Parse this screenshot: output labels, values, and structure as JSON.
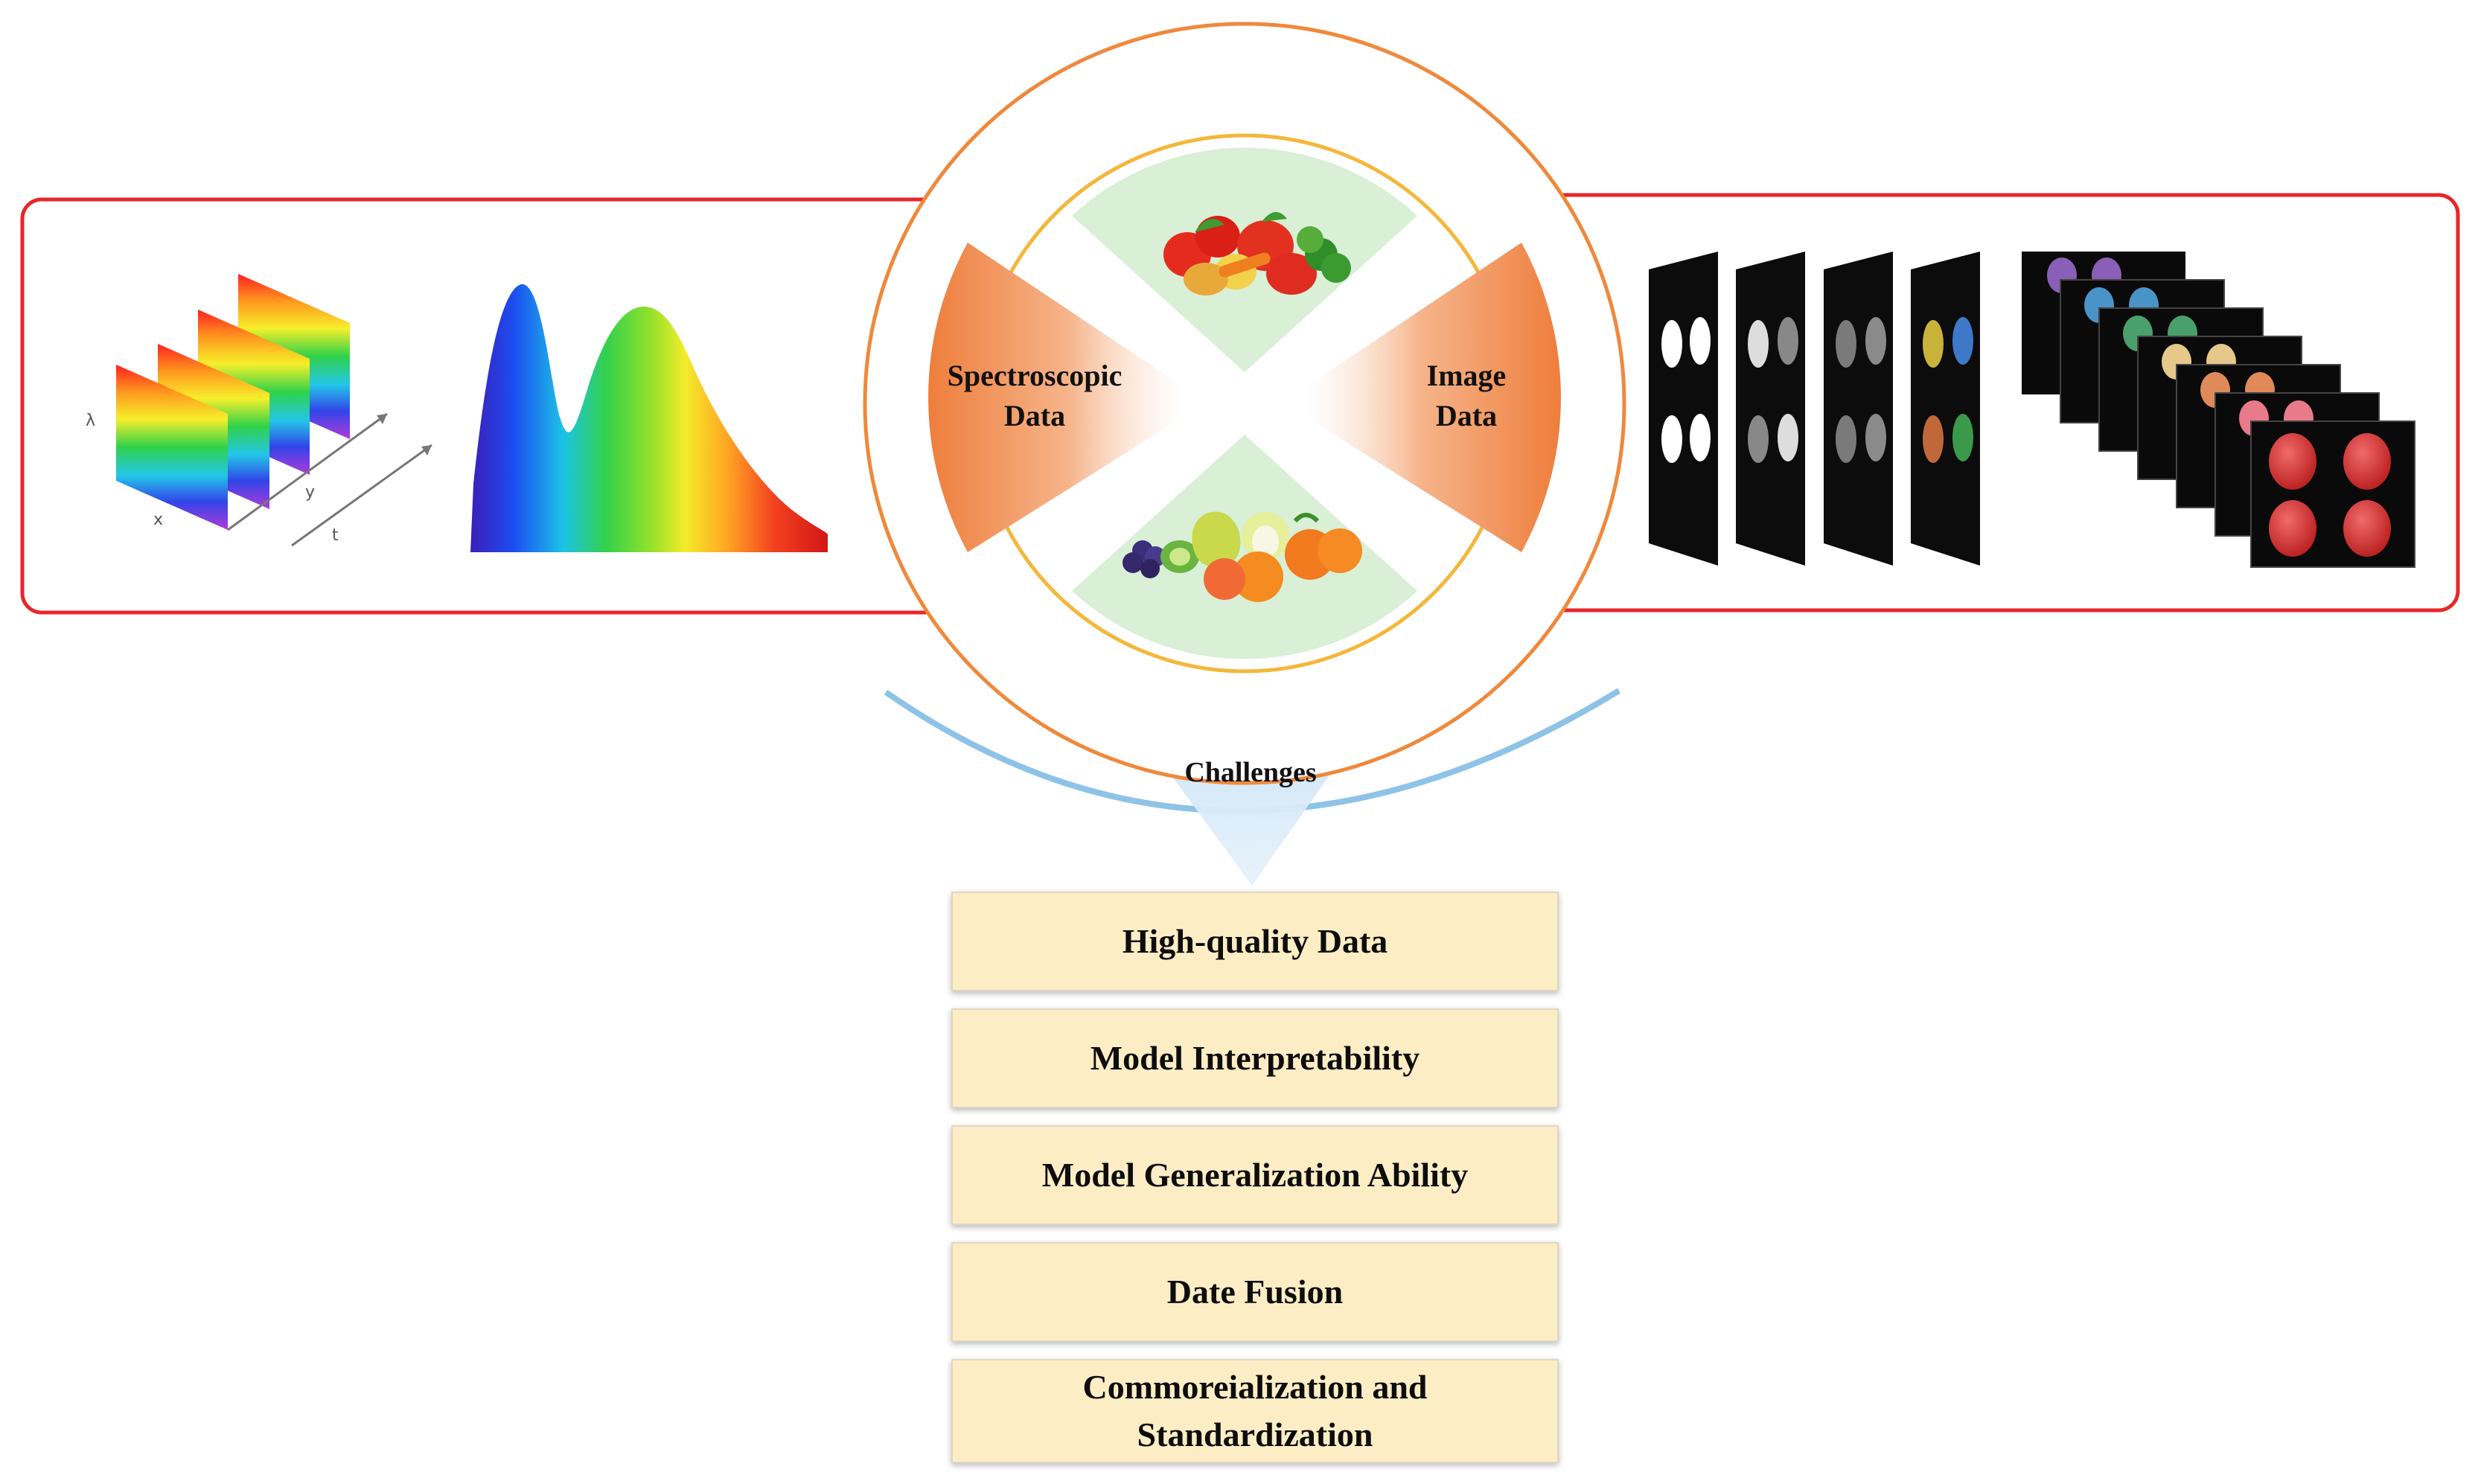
{
  "diagram": {
    "left_panel": {
      "icons": [
        "hyperspectral-cube-icon",
        "spectrum-curve-icon"
      ],
      "axis_labels": {
        "lambda": "λ",
        "x": "x",
        "y": "y",
        "t": "t"
      }
    },
    "center": {
      "label_spectroscopic": [
        "Spectroscopic",
        "Data"
      ],
      "label_image": [
        "Image",
        "Data"
      ],
      "icons": [
        "vegetables-icon",
        "fruits-icon"
      ]
    },
    "right_panel": {
      "icons": [
        "segmentation-masks-icon",
        "color-channel-stack-icon"
      ]
    },
    "challenges": {
      "title": "Challenges",
      "items": [
        {
          "label": "High-quality Data"
        },
        {
          "label": "Model Interpretability"
        },
        {
          "label": "Model Generalization Ability"
        },
        {
          "label": "Date Fusion"
        },
        {
          "label_lines": [
            "Commoreialization and",
            "Standardization"
          ]
        }
      ]
    },
    "colors": {
      "frame_red": "#e8262a",
      "outer_circle": "#f0883a",
      "inner_circle": "#f4b73a",
      "sector_orange": "#f08a4b",
      "sector_green": "#d9efd6",
      "arc_blue": "#8ec3e8",
      "box_fill": "#fdedc5"
    }
  }
}
